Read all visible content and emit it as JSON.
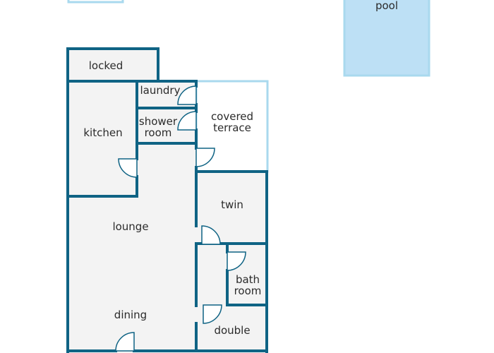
{
  "colors": {
    "wall": "#0f6384",
    "floor": "#f3f3f3",
    "outdoor_outline": "#a9d9ee",
    "pool_fill": "#bde0f5",
    "text": "#2b2b2b"
  },
  "rooms": {
    "locked": "locked",
    "laundry": "laundry",
    "kitchen": "kitchen",
    "shower_room": [
      "shower",
      "room"
    ],
    "covered_terrace": [
      "covered",
      "terrace"
    ],
    "twin": "twin",
    "lounge": "lounge",
    "bath_room": [
      "bath",
      "room"
    ],
    "dining": "dining",
    "double": "double",
    "pool": "pool"
  }
}
